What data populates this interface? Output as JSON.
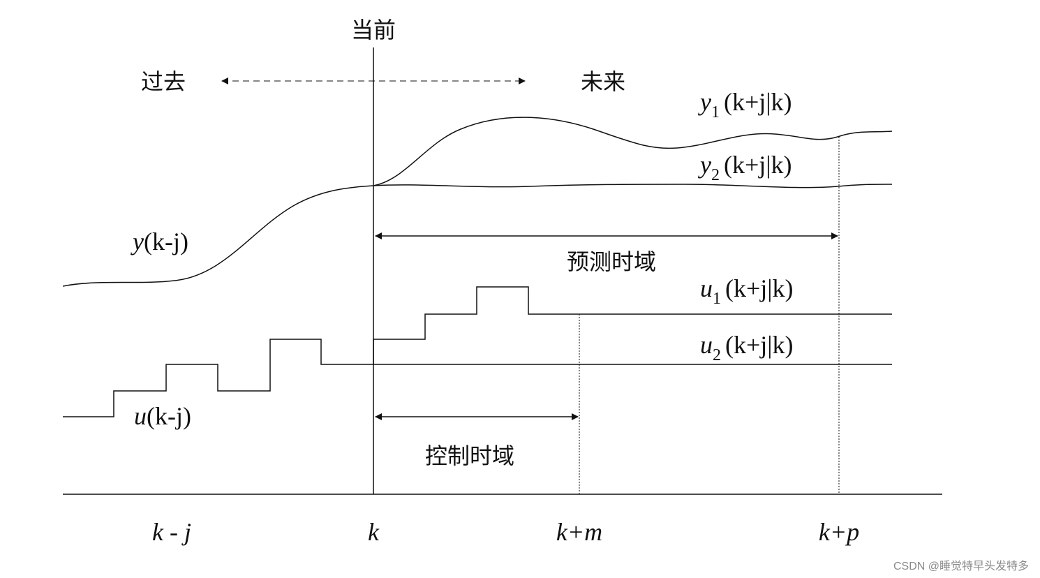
{
  "labels": {
    "current": "当前",
    "past": "过去",
    "future": "未来",
    "prediction_horizon": "预测时域",
    "control_horizon": "控制时域"
  },
  "curve_labels": {
    "y1": {
      "base": "y",
      "sub": "1",
      "arg": "(k+j|k)"
    },
    "y2": {
      "base": "y",
      "sub": "2",
      "arg": "(k+j|k)"
    },
    "y_past": {
      "base": "y",
      "arg": "(k-j)"
    },
    "u1": {
      "base": "u",
      "sub": "1",
      "arg": "(k+j|k)"
    },
    "u2": {
      "base": "u",
      "sub": "2",
      "arg": "(k+j|k)"
    },
    "u_past": {
      "base": "u",
      "arg": "(k-j)"
    }
  },
  "axis_ticks": [
    "k - j",
    "k",
    "k+m",
    "k+p"
  ],
  "watermark": "CSDN @睡觉特早头发特多"
}
